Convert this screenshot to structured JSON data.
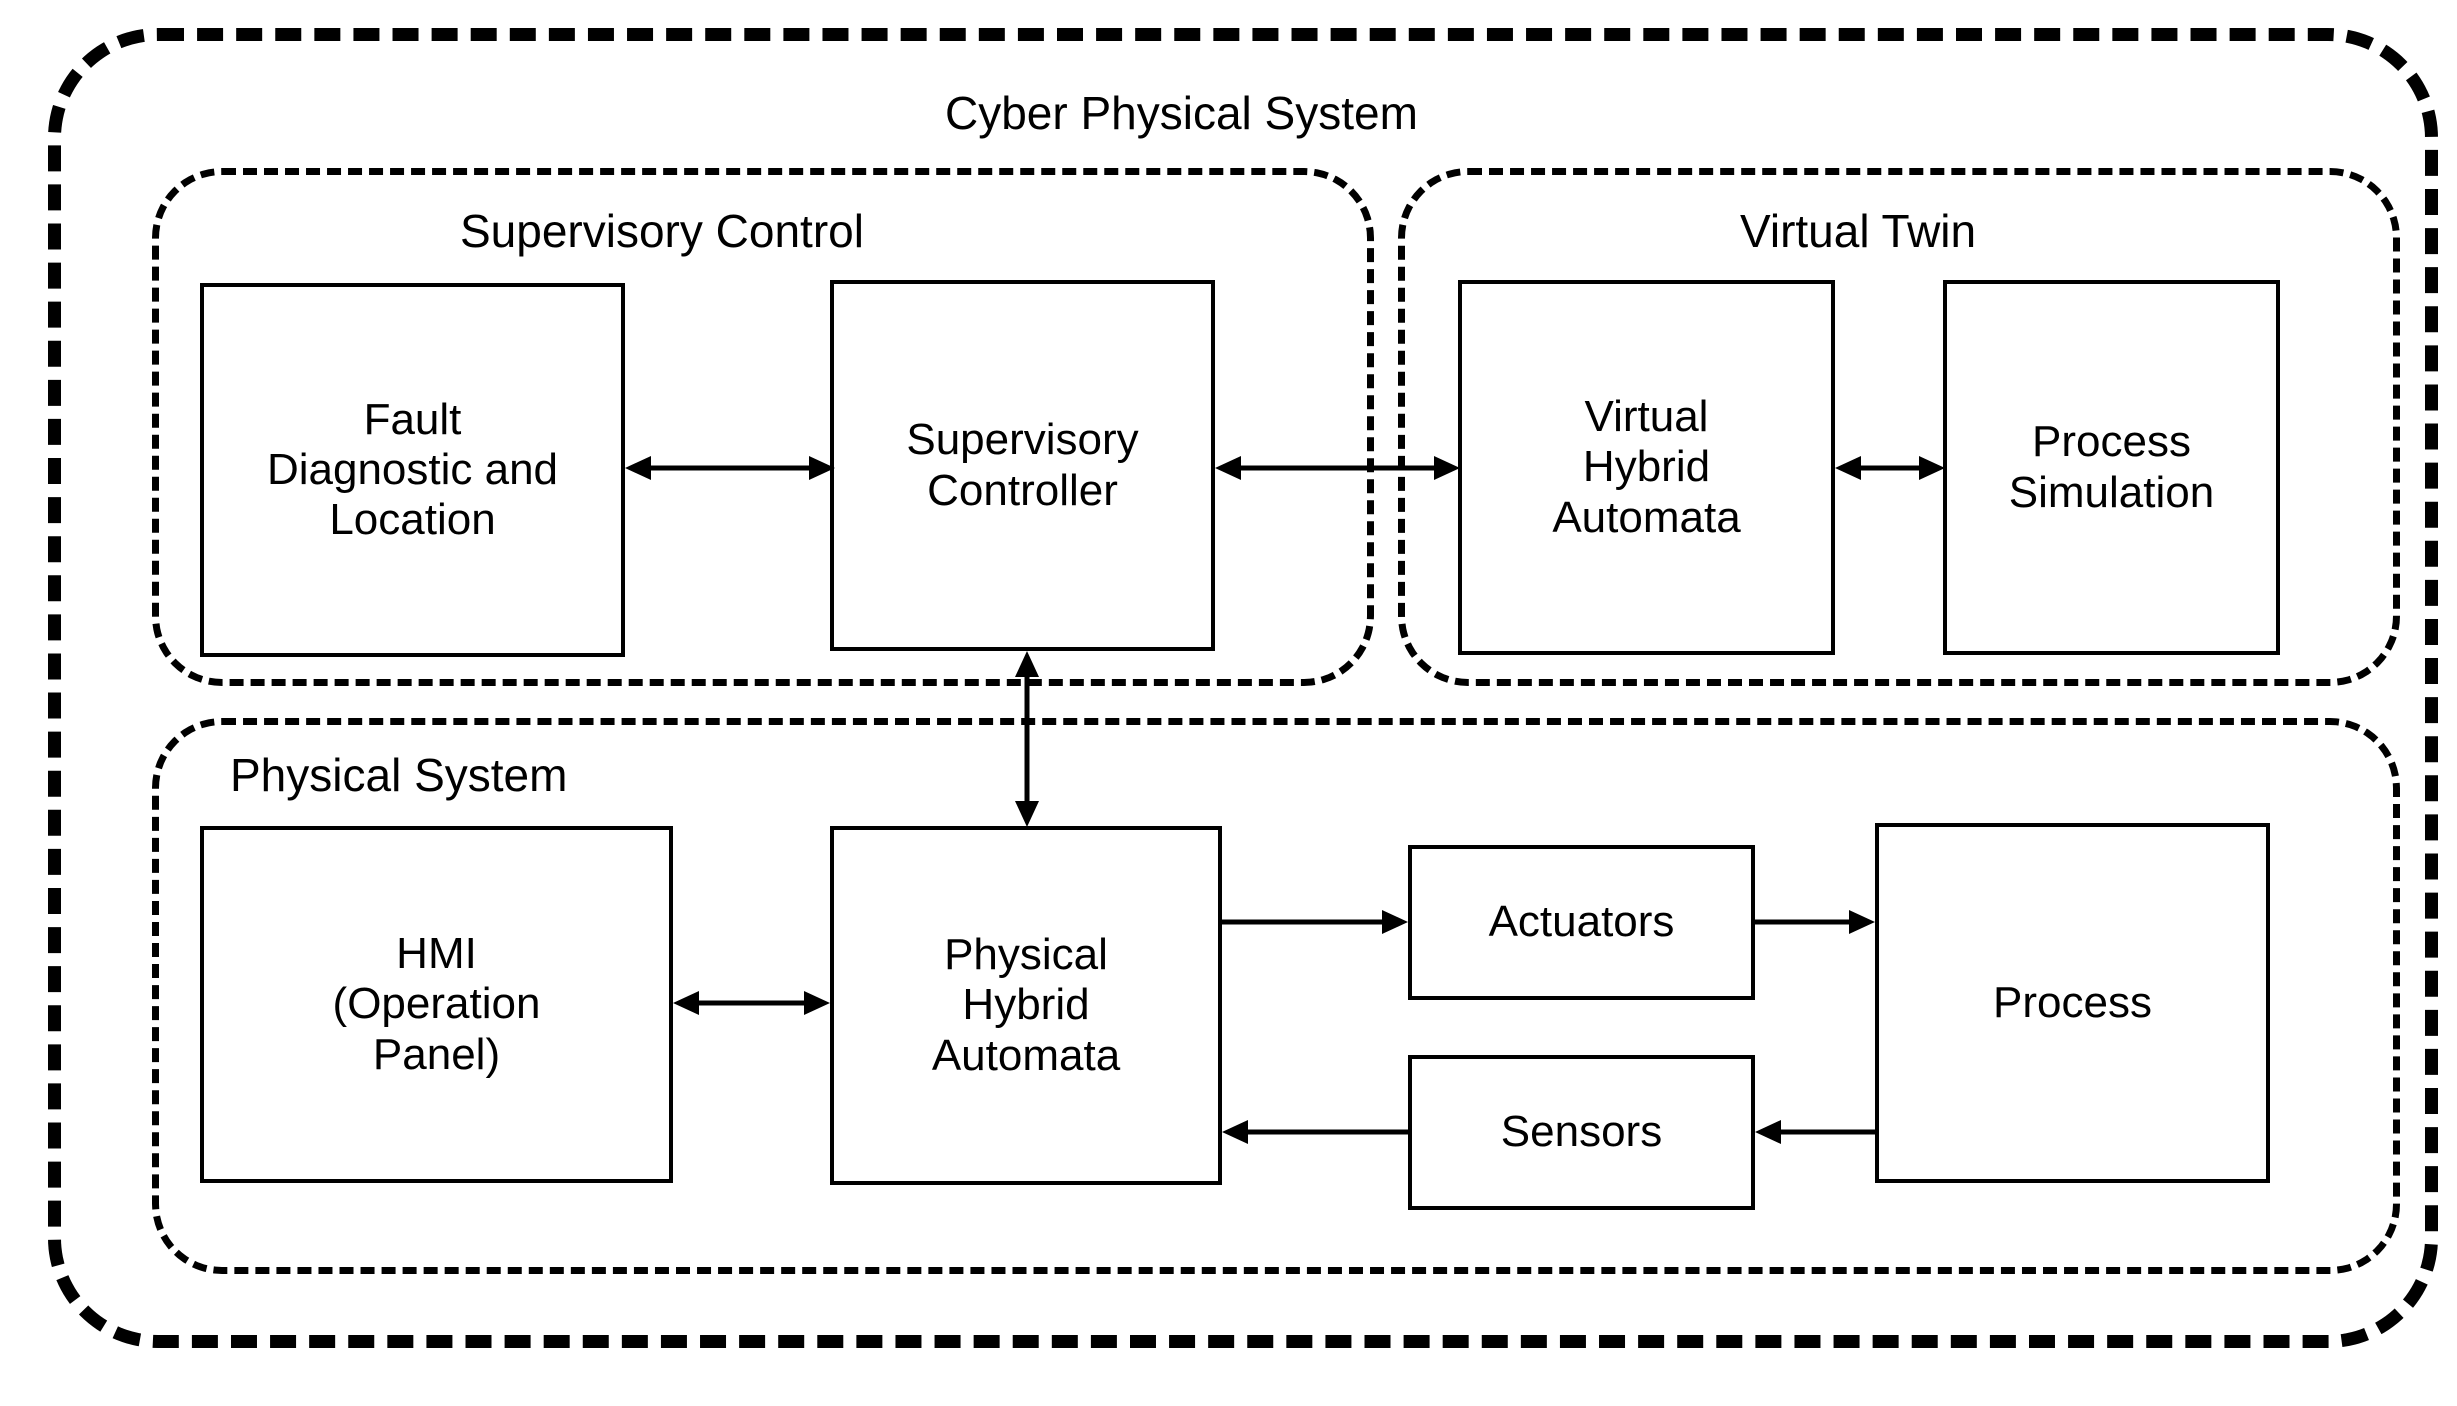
{
  "diagram": {
    "title": "Cyber Physical System",
    "groups": [
      {
        "id": "cyber-physical-system",
        "label": "Cyber Physical System"
      },
      {
        "id": "supervisory-control",
        "label": "Supervisory Control"
      },
      {
        "id": "virtual-twin",
        "label": "Virtual Twin"
      },
      {
        "id": "physical-system",
        "label": "Physical System"
      }
    ],
    "nodes": [
      {
        "id": "fault-diagnostic-and-location",
        "label": "Fault\nDiagnostic and\nLocation",
        "line1": "Fault",
        "line2": "Diagnostic and",
        "line3": "Location"
      },
      {
        "id": "supervisory-controller",
        "label": "Supervisory\nController",
        "line1": "Supervisory",
        "line2": "Controller",
        "line3": ""
      },
      {
        "id": "virtual-hybrid-automata",
        "label": "Virtual\nHybrid\nAutomata",
        "line1": "Virtual",
        "line2": "Hybrid",
        "line3": "Automata"
      },
      {
        "id": "process-simulation",
        "label": "Process\nSimulation",
        "line1": "Process",
        "line2": "Simulation",
        "line3": ""
      },
      {
        "id": "hmi-operation-panel",
        "label": "HMI\n(Operation\nPanel)",
        "line1": "HMI",
        "line2": "(Operation",
        "line3": "Panel)"
      },
      {
        "id": "physical-hybrid-automata",
        "label": "Physical\nHybrid\nAutomata",
        "line1": "Physical",
        "line2": "Hybrid",
        "line3": "Automata"
      },
      {
        "id": "actuators",
        "label": "Actuators",
        "line1": "Actuators",
        "line2": "",
        "line3": ""
      },
      {
        "id": "sensors",
        "label": "Sensors",
        "line1": "Sensors",
        "line2": "",
        "line3": ""
      },
      {
        "id": "process",
        "label": "Process",
        "line1": "Process",
        "line2": "",
        "line3": ""
      }
    ],
    "connections": [
      {
        "id": "fault-to-supervisory-controller",
        "from": "fault-diagnostic-and-location",
        "to": "supervisory-controller",
        "direction": "bidirectional",
        "orientation": "horizontal"
      },
      {
        "id": "supervisory-controller-to-virtual-hybrid-automata",
        "from": "supervisory-controller",
        "to": "virtual-hybrid-automata",
        "direction": "bidirectional",
        "orientation": "horizontal"
      },
      {
        "id": "virtual-hybrid-automata-to-process-simulation",
        "from": "virtual-hybrid-automata",
        "to": "process-simulation",
        "direction": "bidirectional",
        "orientation": "horizontal"
      },
      {
        "id": "supervisory-controller-to-physical-hybrid-automata",
        "from": "supervisory-controller",
        "to": "physical-hybrid-automata",
        "direction": "bidirectional",
        "orientation": "vertical"
      },
      {
        "id": "hmi-to-physical-hybrid-automata",
        "from": "hmi-operation-panel",
        "to": "physical-hybrid-automata",
        "direction": "bidirectional",
        "orientation": "horizontal"
      },
      {
        "id": "physical-hybrid-automata-to-actuators",
        "from": "physical-hybrid-automata",
        "to": "actuators",
        "direction": "forward",
        "orientation": "horizontal"
      },
      {
        "id": "actuators-to-process",
        "from": "actuators",
        "to": "process",
        "direction": "forward",
        "orientation": "horizontal"
      },
      {
        "id": "process-to-sensors",
        "from": "process",
        "to": "sensors",
        "direction": "forward",
        "orientation": "horizontal"
      },
      {
        "id": "sensors-to-physical-hybrid-automata",
        "from": "sensors",
        "to": "physical-hybrid-automata",
        "direction": "forward",
        "orientation": "horizontal"
      }
    ],
    "colors": {
      "stroke": "#000000",
      "fill": "#ffffff"
    }
  }
}
